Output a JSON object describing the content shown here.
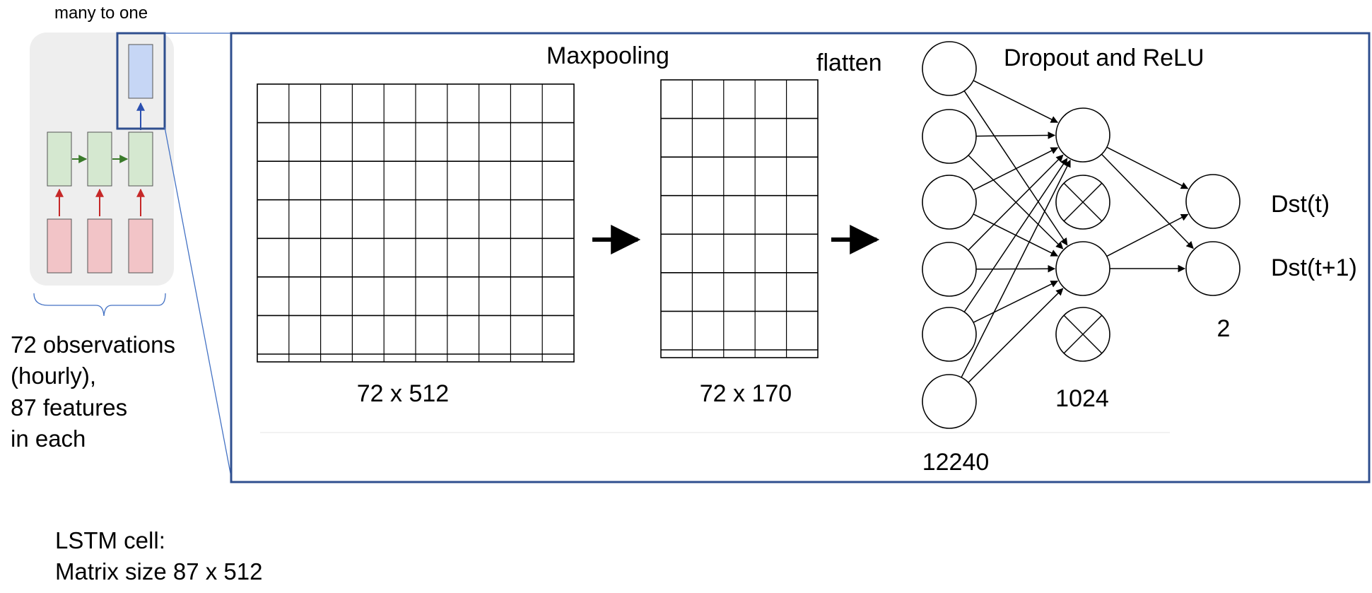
{
  "rnn_type": "many to one",
  "input_caption": [
    "72 observations",
    "(hourly),",
    "87 features",
    "in each"
  ],
  "lstm_caption": [
    "LSTM cell:",
    "Matrix size 87 x 512"
  ],
  "stages": {
    "maxpooling": "Maxpooling",
    "flatten": "flatten",
    "dropout_relu": "Dropout and ReLU"
  },
  "sizes": {
    "lstm_output": "72 x 512",
    "pooled": "72 x 170",
    "flattened": "12240",
    "hidden": "1024",
    "output": "2"
  },
  "outputs": [
    "Dst(t)",
    "Dst(t+1)"
  ],
  "colors": {
    "frame": "#2f4f8f",
    "hidden_cell": "#d5e8d0",
    "input_cell": "#f2c4c7",
    "output_cell": "#c6d6f5",
    "recurrent_arrow": "#3a7a2a",
    "input_arrow": "#c62828",
    "output_arrow": "#2b50b0",
    "rnn_panel": "#eeeeee"
  }
}
